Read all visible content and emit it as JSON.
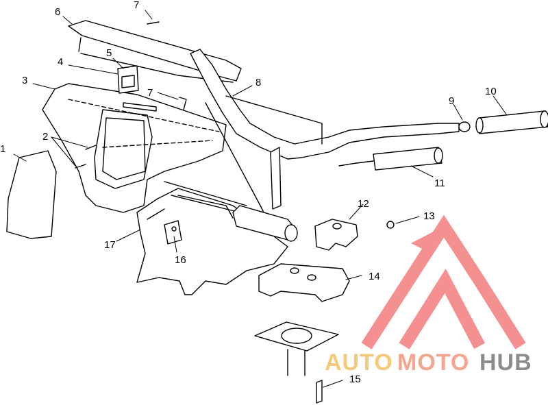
{
  "diagram": {
    "callouts": [
      "1",
      "2",
      "3",
      "4",
      "5",
      "6",
      "7",
      "7",
      "8",
      "9",
      "10",
      "11",
      "12",
      "13",
      "14",
      "15",
      "16",
      "17"
    ]
  },
  "watermark": {
    "part1": "AUTO",
    "part2": "MOTO",
    "part3": "HUB",
    "colors": {
      "auto": "#f5c97a",
      "moto": "#f4a58f",
      "hub": "#8c8c8c",
      "logo": "#f26b6b"
    }
  }
}
